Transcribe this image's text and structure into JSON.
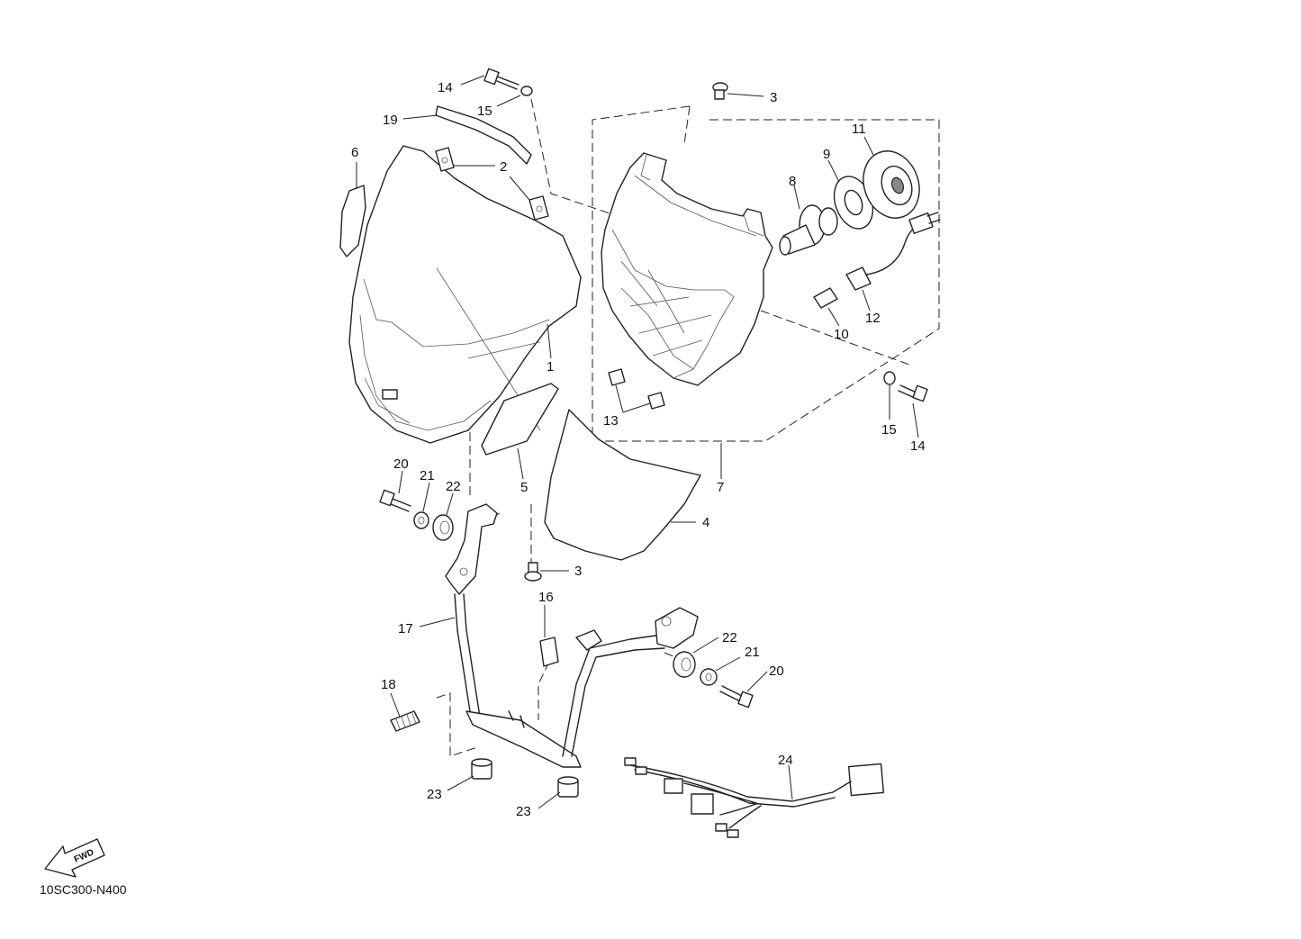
{
  "diagram": {
    "code": "10SC300-N400",
    "fwd_label": "FWD",
    "callouts": {
      "c1": "1",
      "c2": "2",
      "c3a": "3",
      "c3b": "3",
      "c4": "4",
      "c5": "5",
      "c6": "6",
      "c7": "7",
      "c8": "8",
      "c9": "9",
      "c10": "10",
      "c11": "11",
      "c12": "12",
      "c13": "13",
      "c14a": "14",
      "c14b": "14",
      "c15a": "15",
      "c15b": "15",
      "c16": "16",
      "c17": "17",
      "c18": "18",
      "c19": "19",
      "c20a": "20",
      "c20b": "20",
      "c21a": "21",
      "c21b": "21",
      "c22a": "22",
      "c22b": "22",
      "c23a": "23",
      "c23b": "23",
      "c24": "24"
    }
  }
}
